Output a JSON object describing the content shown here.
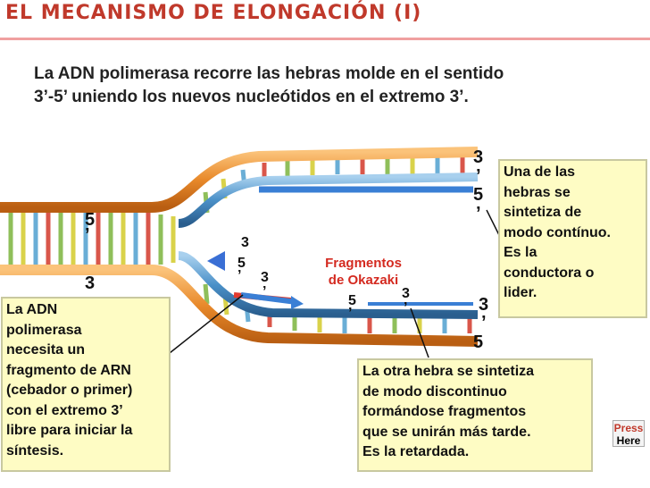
{
  "title": "EL MECANISMO DE ELONGACIÓN (I)",
  "intro": {
    "line1": "La ADN polimerasa recorre las hebras molde en el sentido",
    "line2": "3’-5’ uniendo los nuevos nucleótidos en el extremo 3’."
  },
  "box_left": {
    "lines": [
      "La ADN",
      "polimerasa",
      "necesita un",
      "fragmento de ARN",
      "(cebador o primer)",
      "con el extremo 3’",
      "libre para iniciar la",
      "síntesis."
    ]
  },
  "box_right": {
    "lines": [
      "Una de las",
      "hebras se",
      "sintetiza de",
      "modo contínuo.",
      "Es la",
      "conductora o",
      "lider."
    ]
  },
  "box_bottom": {
    "lines": [
      "La otra hebra se sintetiza",
      "de modo discontinuo",
      "formándose fragmentos",
      "que se unirán más tarde.",
      "Es la retardada."
    ]
  },
  "okazaki_label": {
    "line1": "Fragmentos",
    "line2": "de Okazaki"
  },
  "end_labels": {
    "left_5": "5",
    "left_comma": "’",
    "left_3": "3",
    "top_3": "3",
    "top_comma1": "’",
    "top_5": "5",
    "top_comma2": "’",
    "mid_3": "3",
    "mid_5": "5",
    "mid_comma": "’",
    "mid_3b": "3",
    "mid_comma2": "’",
    "ok_5": "5",
    "ok_comma": "’",
    "ok_3": "3",
    "ok_comma2": "’",
    "right_3": "3",
    "right_comma": "’",
    "right_5": "5"
  },
  "press_button": {
    "line1": "Press",
    "line2": "Here"
  },
  "colors": {
    "title": "#c0392b",
    "strand_orange": "#e8892a",
    "strand_blue": "#4a90c8",
    "new_strand": "#3a7fd5",
    "box_fill": "#fefcc4",
    "okazaki_text": "#d42a20"
  }
}
